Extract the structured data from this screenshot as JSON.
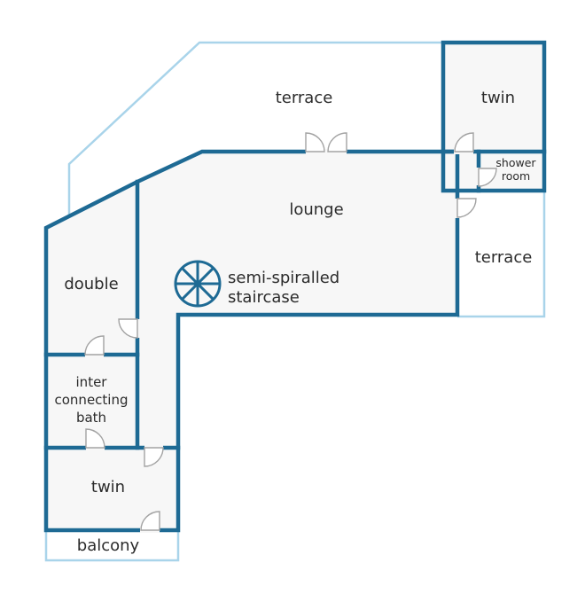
{
  "rooms": {
    "terrace_top": "terrace",
    "twin_top": "twin",
    "shower_line1": "shower",
    "shower_line2": "room",
    "lounge": "lounge",
    "terrace_right": "terrace",
    "double": "double",
    "staircase_line1": "semi-spiralled",
    "staircase_line2": "staircase",
    "bath_line1": "inter",
    "bath_line2": "connecting",
    "bath_line3": "bath",
    "twin_bottom": "twin",
    "balcony": "balcony"
  },
  "colors": {
    "wall": "#1e6a94",
    "outline": "#a9d4ea",
    "floor": "#f7f7f7",
    "door": "#a3a3a3",
    "text": "#2b2b2b"
  }
}
